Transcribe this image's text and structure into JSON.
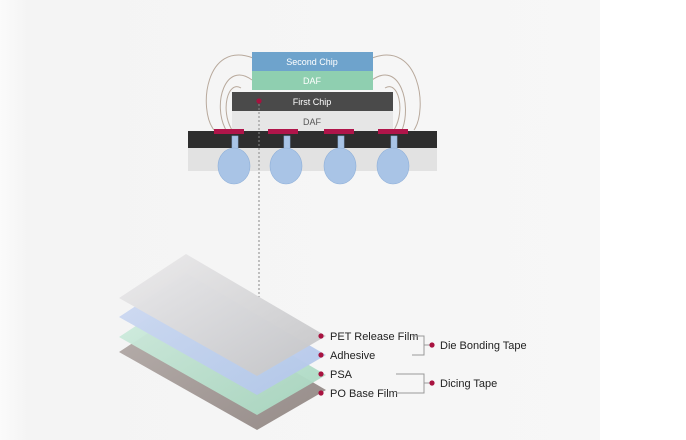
{
  "package": {
    "second_chip": "Second Chip",
    "daf_top": "DAF",
    "first_chip": "First Chip",
    "daf_bottom": "DAF"
  },
  "layers": [
    "PET Release Film",
    "Adhesive",
    "PSA",
    "PO Base Film"
  ],
  "groups": {
    "die_bonding": "Die Bonding Tape",
    "dicing": "Dicing Tape"
  },
  "colors": {
    "second_chip": "#6ea3cc",
    "daf_top": "#8fcfb0",
    "first_chip": "#4a4a4a",
    "daf_bottom": "#e6e6e6",
    "substrate": "#2e2e2e",
    "pad": "#b0154a",
    "solder_ball": "#a9c4e6",
    "marker": "#a8123f"
  }
}
